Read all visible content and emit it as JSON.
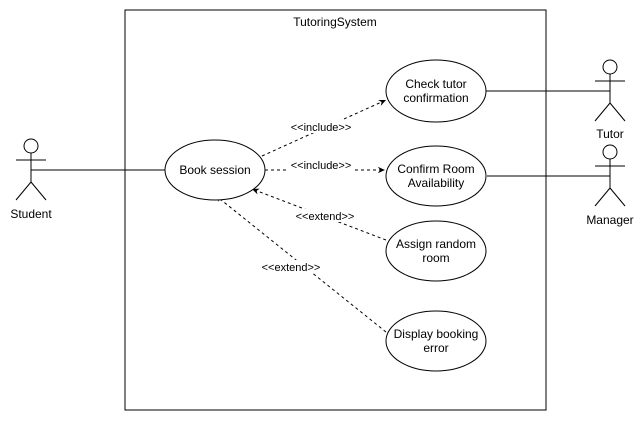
{
  "system": {
    "name": "TutoringSystem"
  },
  "actors": {
    "student": "Student",
    "tutor": "Tutor",
    "manager": "Manager"
  },
  "use_cases": {
    "book_session": [
      "Book session"
    ],
    "check_tutor": [
      "Check tutor",
      "confirmation"
    ],
    "confirm_room": [
      "Confirm Room",
      "Availability"
    ],
    "assign_room": [
      "Assign random",
      "room"
    ],
    "display_error": [
      "Display booking",
      "error"
    ]
  },
  "relations": {
    "include_1": "<<include>>",
    "include_2": "<<include>>",
    "extend_1": "<<extend>>",
    "extend_2": "<<extend>>"
  },
  "colors": {
    "line": "#000000",
    "background": "#ffffff"
  }
}
